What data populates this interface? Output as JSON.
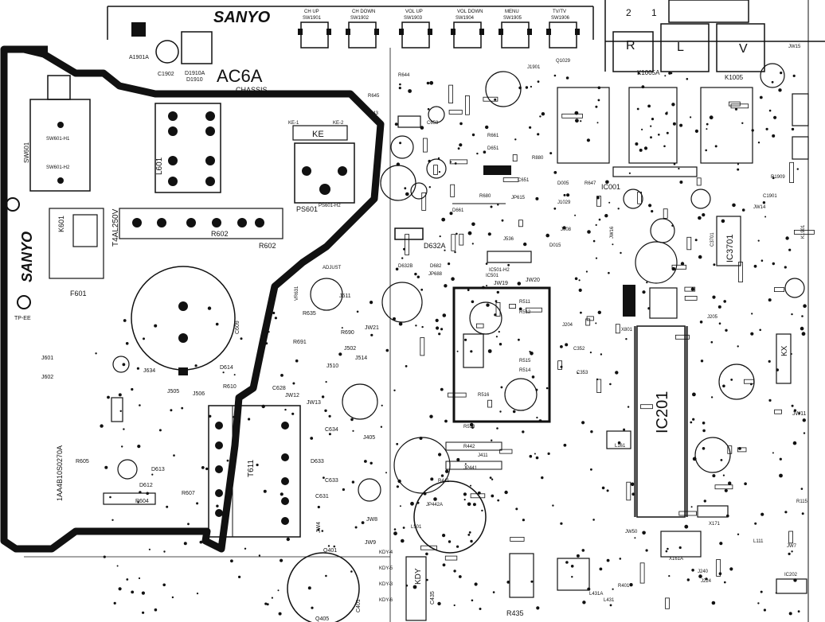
{
  "board": {
    "brand": "SANYO",
    "brand_rotated": "SANYO",
    "chassis": "AC6A",
    "chassis_sub": "CHASSIS",
    "ic_main": "IC201",
    "ic_3701": "IC3701",
    "part_number": "1AA4B10S0270A",
    "fuse_rating": "T4AL250V",
    "tp_ee": "TP-EE",
    "ke_box": "KE",
    "kdy_box": "KDY",
    "kx_box": "KX",
    "outputs": {
      "r": "R",
      "l": "L",
      "v": "V"
    },
    "edge_numbers": [
      "2",
      "1"
    ]
  },
  "buttons": [
    {
      "name": "CH UP",
      "ref": "SW1901"
    },
    {
      "name": "CH DOWN",
      "ref": "SW1902"
    },
    {
      "name": "VOL UP",
      "ref": "SW1903"
    },
    {
      "name": "VOL DOWN",
      "ref": "SW1904"
    },
    {
      "name": "MENU",
      "ref": "SW1905"
    },
    {
      "name": "TV/TV",
      "ref": "SW1906"
    }
  ],
  "labels": {
    "a1901a": "A1901A",
    "c1902": "C1902",
    "d1910a": "D1910A",
    "d1910": "D1910",
    "sw601": "SW601",
    "sw601_h1": "SW601-H1",
    "sw601_h2": "SW601-H2",
    "l601": "L601",
    "ps601": "PS601",
    "ps601_h2": "PS601-H2",
    "r602a": "R602",
    "r602b": "R602",
    "f601": "F601",
    "k601": "K601",
    "d632a": "D632A",
    "ic501": "IC501",
    "ic501_h2": "IC501-H2",
    "t611": "T611",
    "k1005a": "K1005A",
    "k1005": "K1005",
    "ic001": "IC001",
    "x161a": "X161A",
    "q401": "Q401",
    "q405": "Q405",
    "r435": "R435",
    "l431a": "L431A",
    "l431": "L431",
    "l111": "L111",
    "jw7": "JW7",
    "jw11": "JW11",
    "jw20": "JW20",
    "jw19": "JW19",
    "jw21": "JW21",
    "ic202": "IC202",
    "r1909": "R1909",
    "k1901": "K1901",
    "x801": "X801",
    "j601": "J601",
    "j602": "J602",
    "r605": "R605",
    "r604": "R604",
    "r607": "R607",
    "d612": "D612",
    "d613": "D613",
    "c609": "C609",
    "j634": "J634",
    "j505": "J505",
    "j506": "J506",
    "r690": "R690",
    "r691": "R691",
    "r635": "R635",
    "d614": "D614",
    "r610": "R610",
    "c628": "C628",
    "jw12": "JW12",
    "jw13": "JW13",
    "j502": "J502",
    "j510": "J510",
    "j514": "J514",
    "j611": "J611",
    "c634": "C634",
    "j405": "J405",
    "d633": "D633",
    "c633": "C633",
    "c631": "C631",
    "jw4": "JW4",
    "jw8": "JW8",
    "jw9": "JW9",
    "c401": "C401",
    "c435": "C435",
    "r442": "R442",
    "j411": "J411",
    "jp441": "JP441",
    "r441": "R441",
    "jp442a": "JP442A",
    "l501": "L501",
    "r518": "R518",
    "r511": "R511",
    "r512": "R512",
    "r515": "R515",
    "r514": "R514",
    "r516": "R516",
    "d682": "D682",
    "jp688": "JP688",
    "d632b": "D632B",
    "jp615": "JP615",
    "r680": "R680",
    "d661": "D661",
    "r661": "R661",
    "d651": "D651",
    "c651": "C651",
    "c653": "C653",
    "r644": "R644",
    "r645": "R645",
    "j643": "J643",
    "j1901": "J1901",
    "q1029": "Q1029",
    "r880": "R880",
    "j536": "J536",
    "j008": "J008",
    "d015": "D015",
    "d005": "D005",
    "r647": "R647",
    "j1029": "J1029",
    "c352": "C352",
    "c353": "C353",
    "j204": "J204",
    "j205": "J205",
    "r115": "R115",
    "l161": "L161",
    "x171": "X171",
    "jw50": "JW50",
    "j224": "J224",
    "j240": "J240",
    "r401": "R401",
    "c1901": "C1901",
    "c3701": "C3701",
    "jw14": "JW14",
    "jw16": "JW16",
    "jw15": "JW15",
    "kd4": "KDY-4",
    "kd5": "KDY-5",
    "kd3": "KDY-3",
    "kd6": "KDY-6",
    "ke1": "KE-1",
    "ke2": "KE-2",
    "adjust": "ADJUST",
    "vr631": "VR631"
  }
}
